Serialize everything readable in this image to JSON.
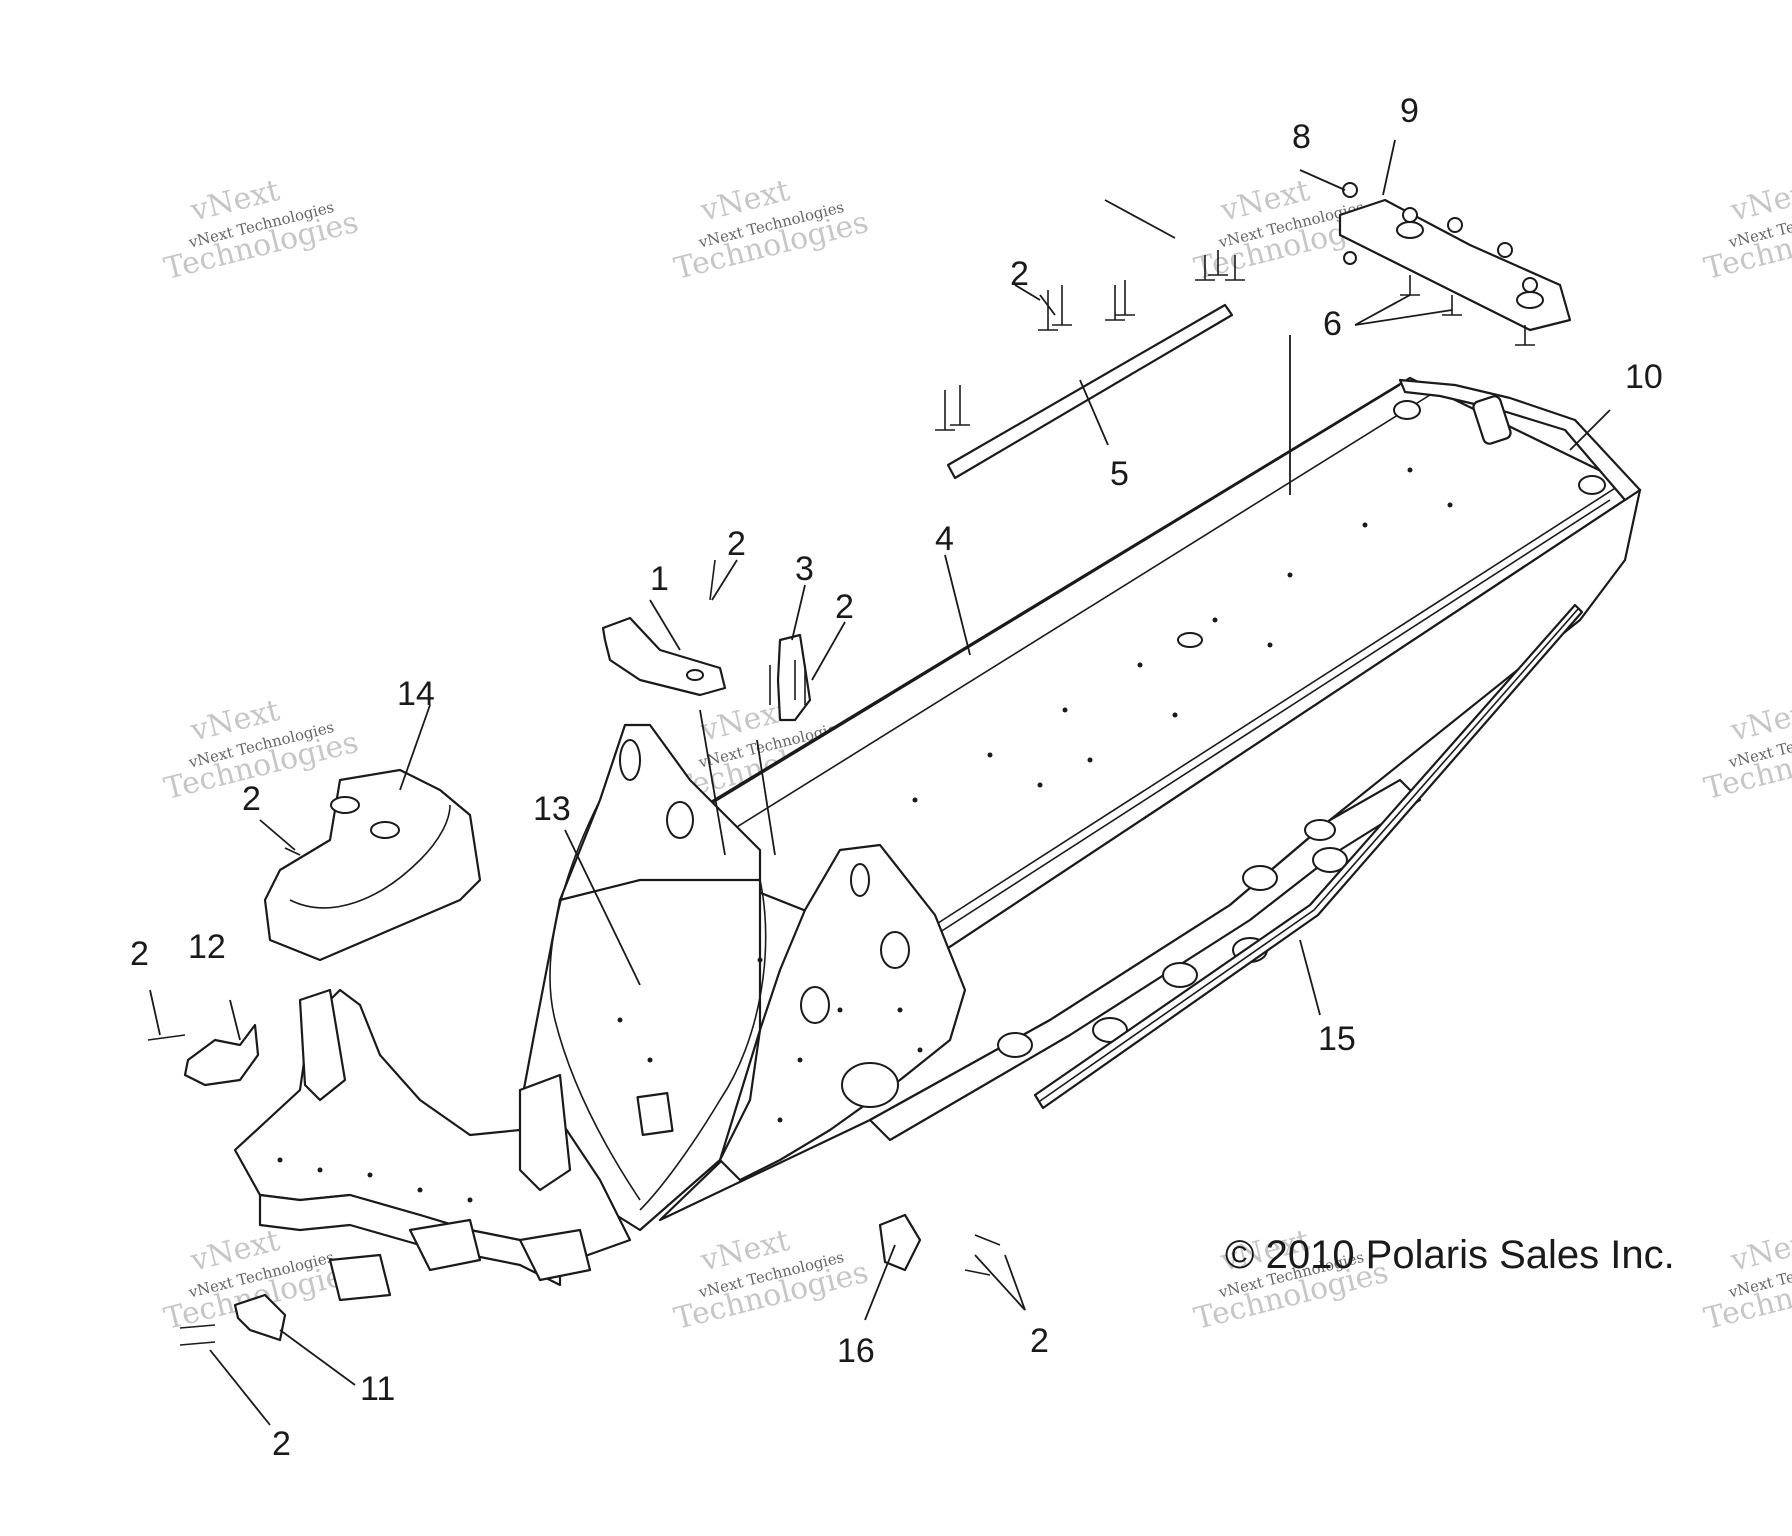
{
  "callouts": [
    "1",
    "2",
    "3",
    "4",
    "5",
    "6",
    "8",
    "9",
    "10",
    "11",
    "12",
    "13",
    "14",
    "15",
    "16"
  ],
  "copyright": "© 2010 Polaris Sales Inc.",
  "watermark": {
    "line1": "vNext",
    "line2": "vNext Technologies",
    "line3": "Technologies"
  }
}
